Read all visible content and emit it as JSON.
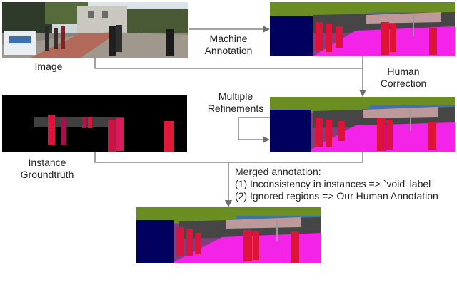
{
  "labels": {
    "image": "Image",
    "machine_annotation_line1": "Machine",
    "machine_annotation_line2": "Annotation",
    "human_correction_line1": "Human",
    "human_correction_line2": "Correction",
    "multiple_refinements_line1": "Multiple",
    "multiple_refinements_line2": "Refinements",
    "instance_groundtruth_line1": "Instance",
    "instance_groundtruth_line2": "Groundtruth",
    "merged_title": "Merged annotation:",
    "merged_item1": "(1) Inconsistency in instances => `void' label",
    "merged_item2": "(2) Ignored regions => Our Human Annotation"
  },
  "colors": {
    "sky": "#3f72a8",
    "vegetation": "#6b8e23",
    "building": "#464646",
    "wall": "#be9999",
    "car": "#00005e",
    "person": "#dc143c",
    "sidewalk": "#f423e8",
    "road": "#80407f",
    "pole": "#999999",
    "instance_gray": "#404040",
    "arrow": "#6e6e6e"
  }
}
